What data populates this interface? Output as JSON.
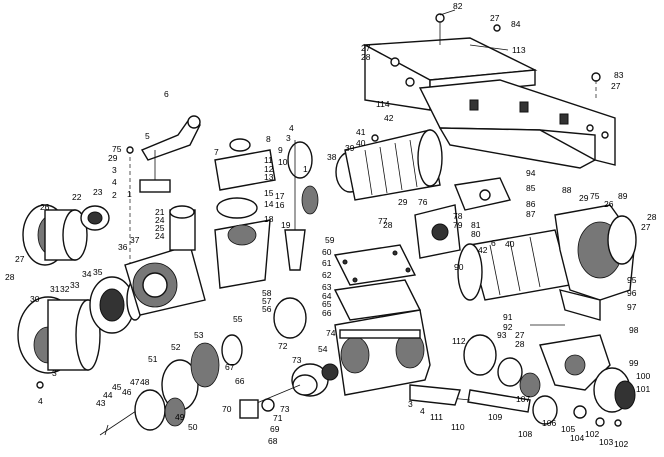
{
  "labels": [
    {
      "id": "82",
      "text": "82"
    },
    {
      "id": "27a",
      "text": "27"
    },
    {
      "id": "84",
      "text": "84"
    },
    {
      "id": "113",
      "text": "113"
    },
    {
      "id": "27b",
      "text": "27"
    },
    {
      "id": "28a",
      "text": "28"
    },
    {
      "id": "83",
      "text": "83"
    },
    {
      "id": "27c",
      "text": "27"
    },
    {
      "id": "114",
      "text": "114"
    },
    {
      "id": "6",
      "text": "6"
    },
    {
      "id": "5",
      "text": "5"
    },
    {
      "id": "75a",
      "text": "75"
    },
    {
      "id": "29a",
      "text": "29"
    },
    {
      "id": "3a",
      "text": "3"
    },
    {
      "id": "4a",
      "text": "4"
    },
    {
      "id": "2",
      "text": "2"
    },
    {
      "id": "1a",
      "text": "1"
    },
    {
      "id": "8",
      "text": "8"
    },
    {
      "id": "7",
      "text": "7"
    },
    {
      "id": "11",
      "text": "11"
    },
    {
      "id": "12",
      "text": "12"
    },
    {
      "id": "13",
      "text": "13"
    },
    {
      "id": "4b",
      "text": "4"
    },
    {
      "id": "3b",
      "text": "3"
    },
    {
      "id": "9",
      "text": "9"
    },
    {
      "id": "10",
      "text": "10"
    },
    {
      "id": "15",
      "text": "15"
    },
    {
      "id": "14",
      "text": "14"
    },
    {
      "id": "41",
      "text": "41"
    },
    {
      "id": "40a",
      "text": "40"
    },
    {
      "id": "42a",
      "text": "42"
    },
    {
      "id": "39",
      "text": "39"
    },
    {
      "id": "38",
      "text": "38"
    },
    {
      "id": "23",
      "text": "23"
    },
    {
      "id": "22",
      "text": "22"
    },
    {
      "id": "26a",
      "text": "26"
    },
    {
      "id": "21",
      "text": "21"
    },
    {
      "id": "24a",
      "text": "24"
    },
    {
      "id": "25",
      "text": "25"
    },
    {
      "id": "24b",
      "text": "24"
    },
    {
      "id": "18",
      "text": "18"
    },
    {
      "id": "17",
      "text": "17"
    },
    {
      "id": "16",
      "text": "16"
    },
    {
      "id": "19",
      "text": "19"
    },
    {
      "id": "36",
      "text": "36"
    },
    {
      "id": "37",
      "text": "37"
    },
    {
      "id": "27d",
      "text": "27"
    },
    {
      "id": "28b",
      "text": "28"
    },
    {
      "id": "31",
      "text": "31"
    },
    {
      "id": "32",
      "text": "32"
    },
    {
      "id": "33",
      "text": "33"
    },
    {
      "id": "34",
      "text": "34"
    },
    {
      "id": "35",
      "text": "35"
    },
    {
      "id": "30",
      "text": "30"
    },
    {
      "id": "1b",
      "text": "1"
    },
    {
      "id": "94",
      "text": "94"
    },
    {
      "id": "85",
      "text": "85"
    },
    {
      "id": "86",
      "text": "86"
    },
    {
      "id": "87",
      "text": "87"
    },
    {
      "id": "88",
      "text": "88"
    },
    {
      "id": "29b",
      "text": "29"
    },
    {
      "id": "75b",
      "text": "75"
    },
    {
      "id": "26b",
      "text": "26"
    },
    {
      "id": "89",
      "text": "89"
    },
    {
      "id": "28c",
      "text": "28"
    },
    {
      "id": "27e",
      "text": "27"
    },
    {
      "id": "29c",
      "text": "29"
    },
    {
      "id": "76",
      "text": "76"
    },
    {
      "id": "77",
      "text": "77"
    },
    {
      "id": "28d",
      "text": "28"
    },
    {
      "id": "78",
      "text": "78"
    },
    {
      "id": "79",
      "text": "79"
    },
    {
      "id": "81",
      "text": "81"
    },
    {
      "id": "80",
      "text": "80"
    },
    {
      "id": "6b",
      "text": "6"
    },
    {
      "id": "42b",
      "text": "42"
    },
    {
      "id": "40b",
      "text": "40"
    },
    {
      "id": "59",
      "text": "59"
    },
    {
      "id": "60",
      "text": "60"
    },
    {
      "id": "61",
      "text": "61"
    },
    {
      "id": "62",
      "text": "62"
    },
    {
      "id": "63",
      "text": "63"
    },
    {
      "id": "64",
      "text": "64"
    },
    {
      "id": "65",
      "text": "65"
    },
    {
      "id": "66",
      "text": "66"
    },
    {
      "id": "90",
      "text": "90"
    },
    {
      "id": "95",
      "text": "95"
    },
    {
      "id": "96",
      "text": "96"
    },
    {
      "id": "97",
      "text": "97"
    },
    {
      "id": "58",
      "text": "58"
    },
    {
      "id": "57",
      "text": "57"
    },
    {
      "id": "56",
      "text": "56"
    },
    {
      "id": "55",
      "text": "55"
    },
    {
      "id": "72",
      "text": "72"
    },
    {
      "id": "74",
      "text": "74"
    },
    {
      "id": "54",
      "text": "54"
    },
    {
      "id": "53",
      "text": "53"
    },
    {
      "id": "52",
      "text": "52"
    },
    {
      "id": "51",
      "text": "51"
    },
    {
      "id": "3c",
      "text": "3"
    },
    {
      "id": "4c",
      "text": "4"
    },
    {
      "id": "91",
      "text": "91"
    },
    {
      "id": "92",
      "text": "92"
    },
    {
      "id": "93",
      "text": "93"
    },
    {
      "id": "27f",
      "text": "27"
    },
    {
      "id": "28e",
      "text": "28"
    },
    {
      "id": "112",
      "text": "112"
    },
    {
      "id": "98",
      "text": "98"
    },
    {
      "id": "99",
      "text": "99"
    },
    {
      "id": "100",
      "text": "100"
    },
    {
      "id": "101",
      "text": "101"
    },
    {
      "id": "73",
      "text": "73"
    },
    {
      "id": "67",
      "text": "67"
    },
    {
      "id": "66b",
      "text": "66"
    },
    {
      "id": "45",
      "text": "45"
    },
    {
      "id": "46",
      "text": "46"
    },
    {
      "id": "47",
      "text": "47"
    },
    {
      "id": "48",
      "text": "48"
    },
    {
      "id": "44",
      "text": "44"
    },
    {
      "id": "43",
      "text": "43"
    },
    {
      "id": "49",
      "text": "49"
    },
    {
      "id": "50",
      "text": "50"
    },
    {
      "id": "70",
      "text": "70"
    },
    {
      "id": "71",
      "text": "71"
    },
    {
      "id": "73b",
      "text": "73"
    },
    {
      "id": "69",
      "text": "69"
    },
    {
      "id": "68",
      "text": "68"
    },
    {
      "id": "3d",
      "text": "3"
    },
    {
      "id": "4d",
      "text": "4"
    },
    {
      "id": "111",
      "text": "111"
    },
    {
      "id": "110",
      "text": "110"
    },
    {
      "id": "109",
      "text": "109"
    },
    {
      "id": "107",
      "text": "107"
    },
    {
      "id": "108",
      "text": "108"
    },
    {
      "id": "106",
      "text": "106"
    },
    {
      "id": "105",
      "text": "105"
    },
    {
      "id": "104",
      "text": "104"
    },
    {
      "id": "102a",
      "text": "102"
    },
    {
      "id": "103",
      "text": "103"
    },
    {
      "id": "102b",
      "text": "102"
    }
  ]
}
